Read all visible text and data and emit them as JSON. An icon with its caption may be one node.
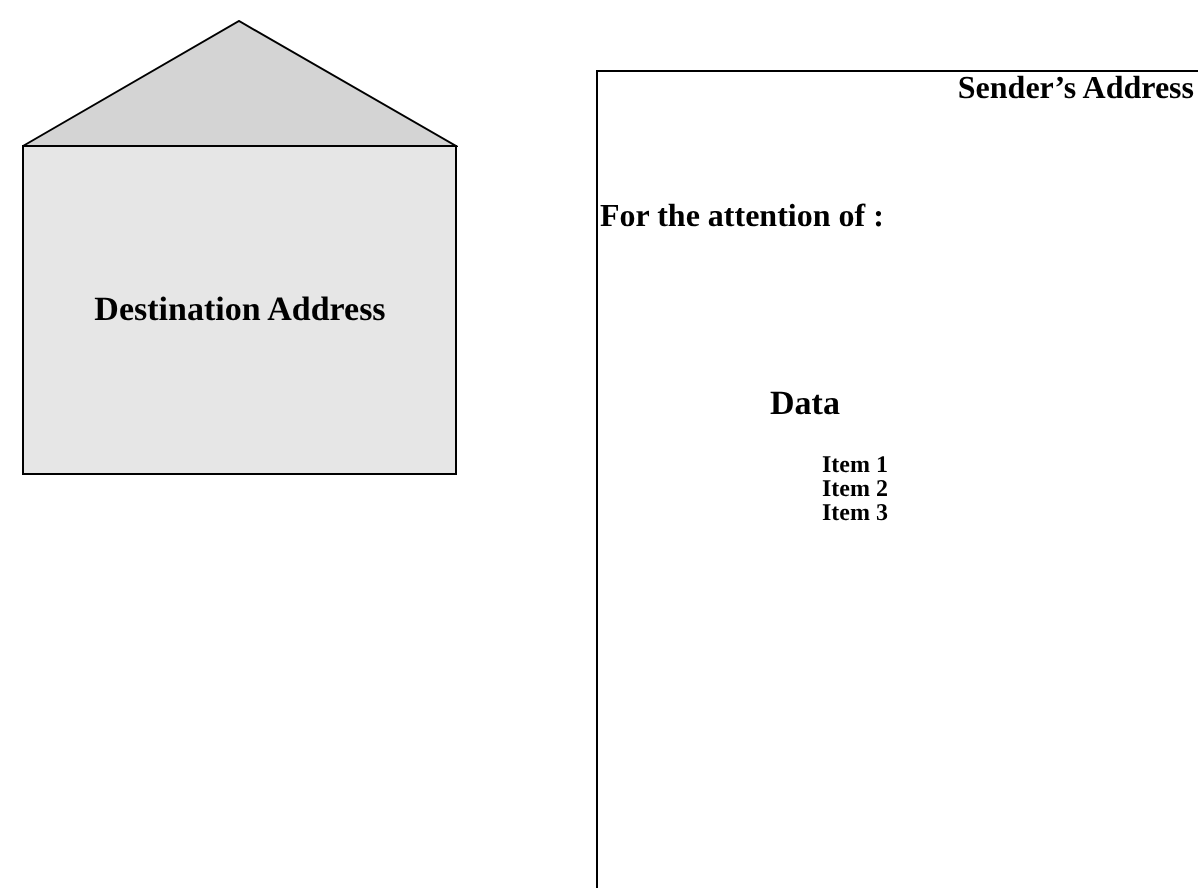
{
  "diagram": {
    "nodes": [
      {
        "text": [
          "Destination Address"
        ]
      },
      {
        "text": [
          "Sender’s Address",
          "For the attention of :",
          "Data",
          "Item 1",
          "Item 2",
          "Item 3"
        ]
      }
    ]
  }
}
